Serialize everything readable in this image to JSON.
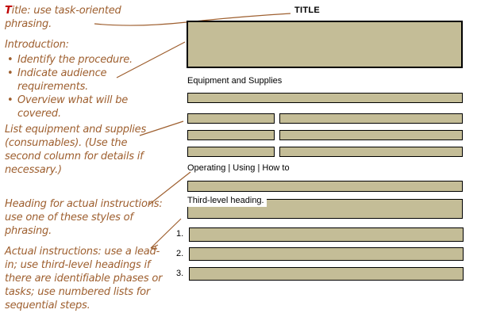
{
  "colors": {
    "block_fill": "#C4BD97",
    "block_border": "#000000",
    "annotation_brown": "#9E5F2F",
    "lead_letter_red": "#C00000"
  },
  "annotations": {
    "title_note": {
      "lead": "T",
      "rest": "itle: use task-oriented phrasing."
    },
    "introduction_note": {
      "heading": "Introduction:",
      "bullets": [
        "Identify the procedure.",
        "Indicate audience requirements.",
        "Overview what will be covered."
      ]
    },
    "equipment_note": "List equipment and supplies (consumables). (Use the second column for details if necessary.)",
    "heading_note": "Heading for actual instructions: use one of these styles of phrasing.",
    "instructions_note": "Actual instructions: use a lead-in; use third-level headings if there are identifiable phases or tasks; use numbered lists for sequential steps."
  },
  "template_page": {
    "title_label": "TITLE",
    "equipment_heading": "Equipment and Supplies",
    "operating_heading": "Operating | Using | How to",
    "third_level_label": "Third-level heading.",
    "step_numbers": [
      "1.",
      "2.",
      "3."
    ]
  }
}
